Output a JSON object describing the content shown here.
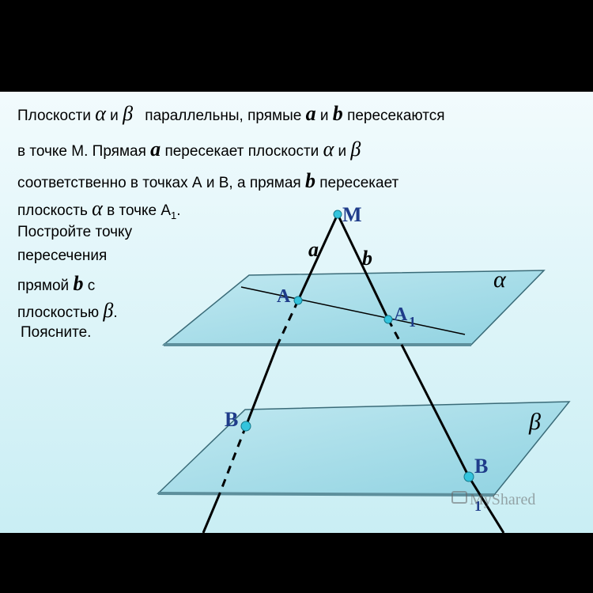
{
  "text": {
    "l1_a": "Плоскости",
    "l1_b": "и",
    "l1_c": "параллельны, прямые",
    "l1_d": "и",
    "l1_e": "пересекаются",
    "l2_a": "в точке М. Прямая",
    "l2_b": "пересекает плоскости",
    "l2_c": "и",
    "l3": "соответственно в точках А и В, а прямая",
    "l3_b": "пересекает",
    "l4_a": "плоскость",
    "l4_b": "в точке А",
    "l4_sub": "1",
    "l4_dot": ".",
    "task1": "Постройте точку",
    "task2": "пересечения",
    "task3_a": "прямой",
    "task3_b": "с",
    "task4_a": "плоскостью",
    "task4_b": ".",
    "task5": "Поясните."
  },
  "symbols": {
    "alpha": "α",
    "beta": "β",
    "line_a": "a",
    "line_b": "b"
  },
  "labels": {
    "M": "M",
    "A": "A",
    "A1": "A",
    "A1_sub": "1",
    "B": "B",
    "B1": "B",
    "B1_sub": "1",
    "line_a": "a",
    "line_b": "b",
    "plane_alpha": "α",
    "plane_beta": "β"
  },
  "watermark": "MyShared",
  "colors": {
    "background": "#d8f2f6",
    "plane_fill": "#a8dde8",
    "plane_edge": "#3a6b78",
    "point": "#33c4dd",
    "point_label": "#1f3c8a"
  }
}
